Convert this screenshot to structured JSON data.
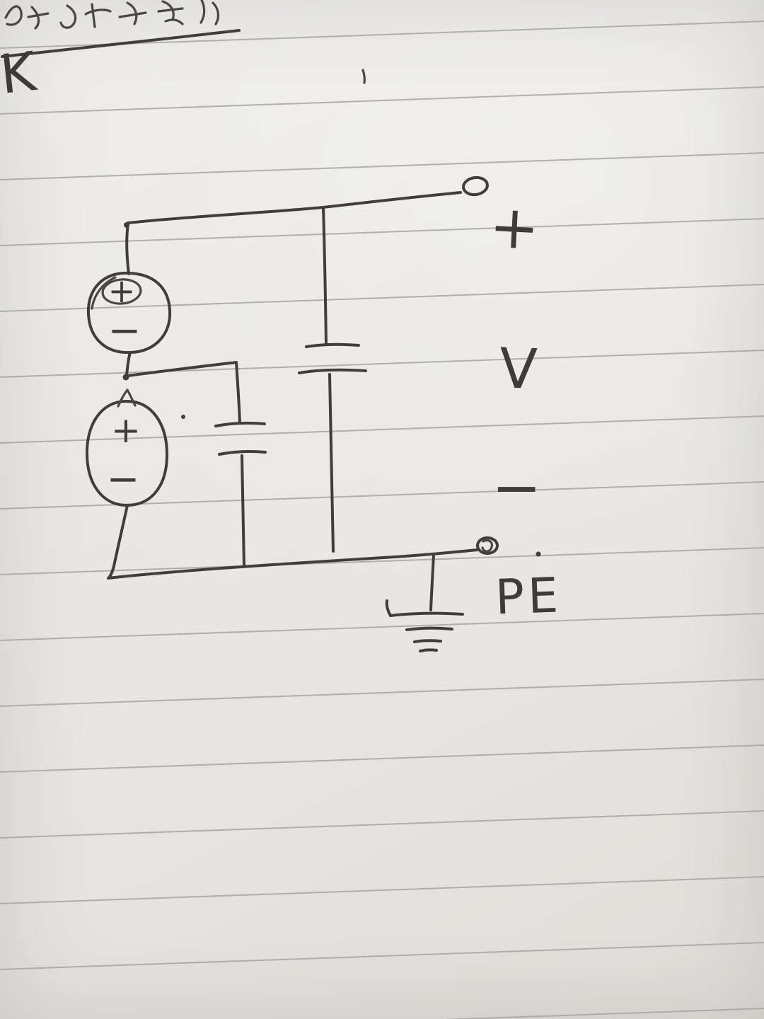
{
  "meta": {
    "type": "photo of a hand-drawn DC circuit sketch on ruled notebook paper",
    "ink_color": "#3f3b37",
    "paper_color": "#e9e7e4",
    "rule_line_color": "#a6a4a1"
  },
  "labels": {
    "margin_letter": "K",
    "output_positive": "+",
    "output_voltage": "V",
    "output_negative": "−",
    "ground": "PE"
  },
  "sources": [
    {
      "id": "voltage-source-1",
      "plus": "+",
      "minus": "−"
    },
    {
      "id": "voltage-source-2",
      "plus": "+",
      "minus": "−"
    }
  ],
  "components": {
    "voltage_sources": 2,
    "capacitors": 2,
    "terminals": [
      "positive",
      "negative"
    ],
    "ground": "PE (earth) symbol"
  },
  "header_note": "illegible handwritten scribble, underlined"
}
